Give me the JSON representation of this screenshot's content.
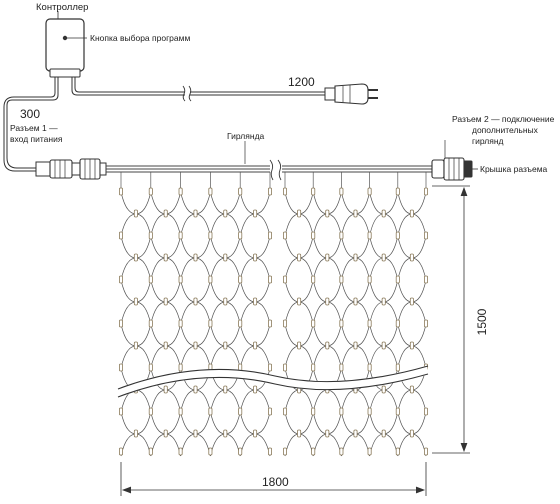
{
  "labels": {
    "controller": "Контроллер",
    "program_button": "Кнопка выбора программ",
    "connector1_line1": "Разъем 1 —",
    "connector1_line2": "вход питания",
    "connector2_line1": "Разъем 2 — подключение",
    "connector2_line2": "дополнительных",
    "connector2_line3": "гирлянд",
    "garland": "Гирлянда",
    "connector_cap": "Крышка разъема"
  },
  "dimensions": {
    "power_cord": "1200",
    "connector_lead": "300",
    "height": "1500",
    "width": "1800"
  },
  "colors": {
    "line": "#3a3a3a",
    "wire": "#555555",
    "bulb": "#8a7a5a"
  }
}
